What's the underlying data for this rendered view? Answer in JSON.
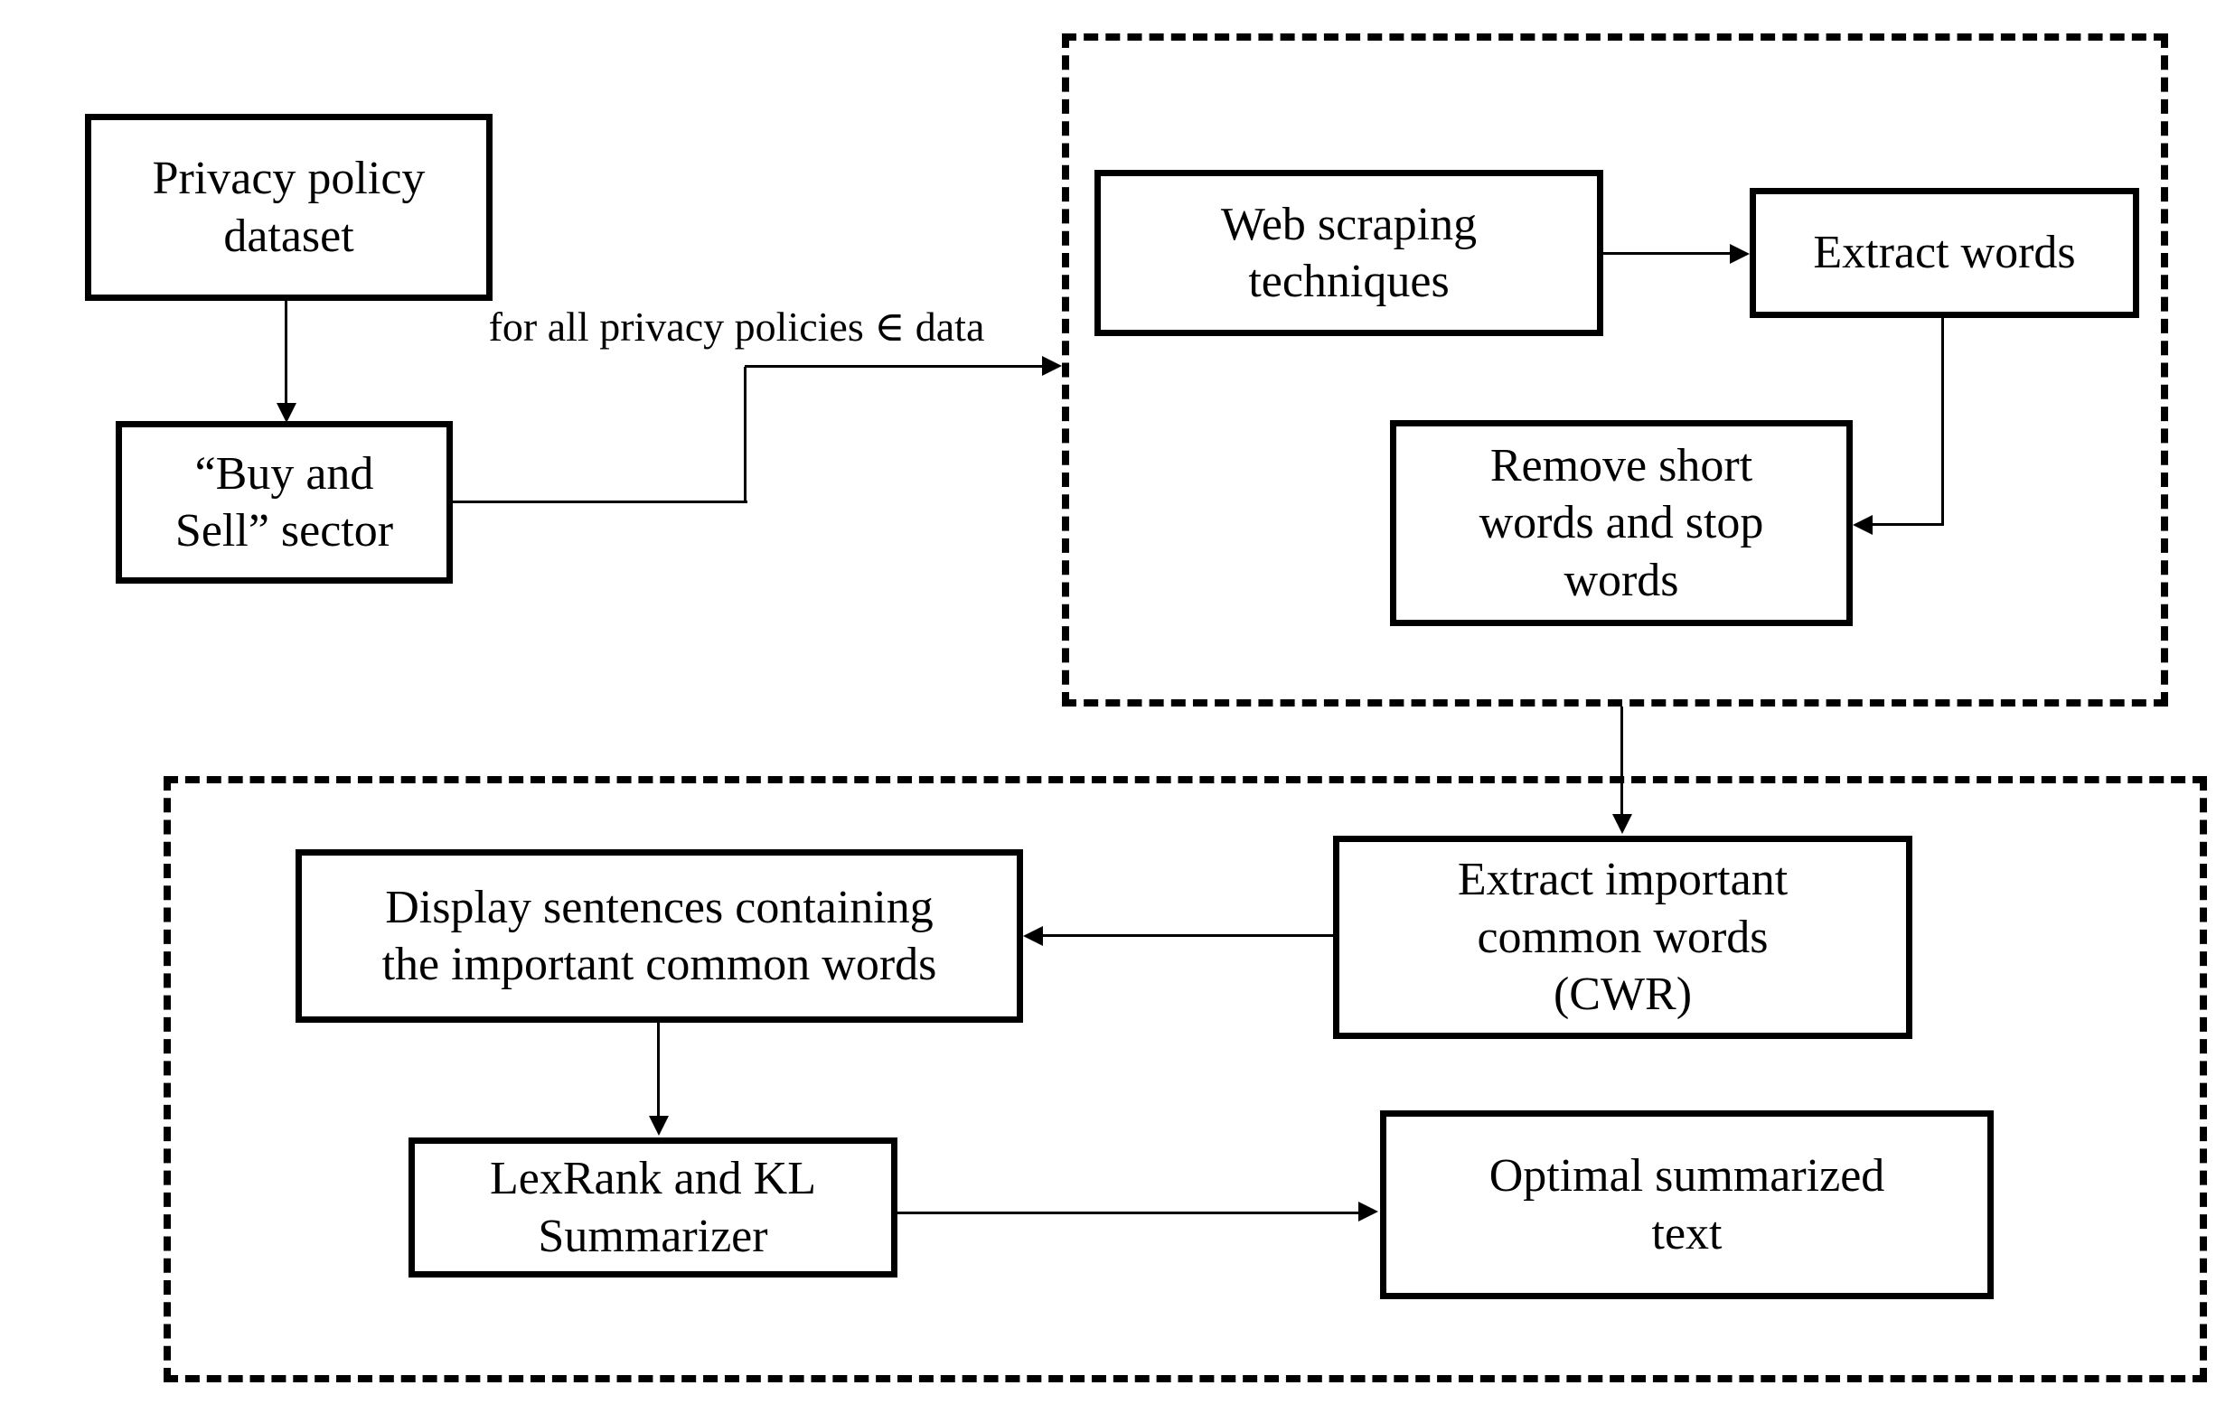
{
  "figure": {
    "background": "#ffffff",
    "line_color": "#000000",
    "edge_label": "for all privacy policies ∈ data",
    "nodes": {
      "privacy_dataset": {
        "lines": [
          "Privacy policy",
          "dataset"
        ]
      },
      "buy_sell": {
        "lines": [
          "“Buy and",
          "Sell” sector"
        ]
      },
      "web_scraping": {
        "lines": [
          "Web scraping",
          "techniques"
        ]
      },
      "extract_words": {
        "lines": [
          "Extract words"
        ]
      },
      "remove_short": {
        "lines": [
          "Remove short",
          "words and stop",
          "words"
        ]
      },
      "extract_important": {
        "lines": [
          "Extract important",
          "common words",
          "(CWR)"
        ]
      },
      "display_sentences": {
        "lines": [
          "Display sentences containing",
          "the important common words"
        ]
      },
      "lexrank": {
        "lines": [
          "LexRank and KL",
          "Summarizer"
        ]
      },
      "optimal": {
        "lines": [
          "Optimal summarized",
          "text"
        ]
      }
    }
  }
}
